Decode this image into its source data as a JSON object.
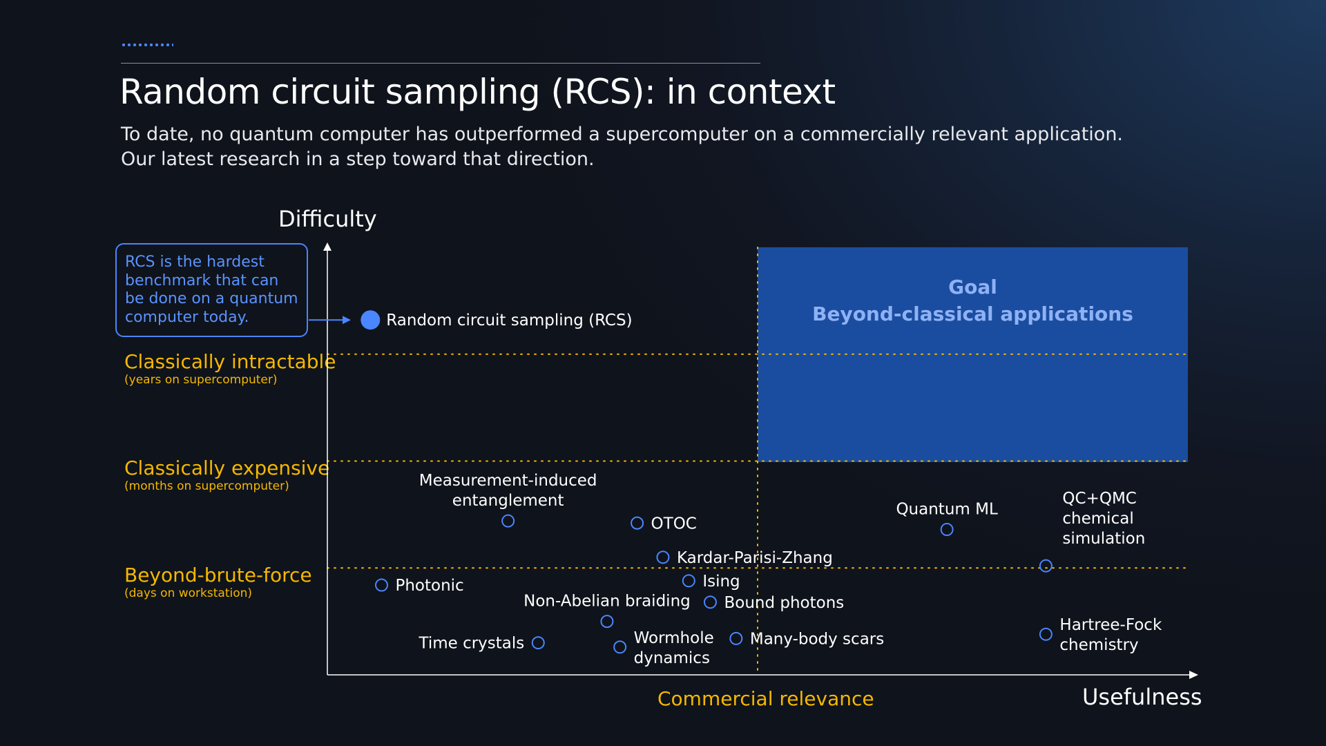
{
  "slide": {
    "title": "Random circuit sampling (RCS): in context",
    "subtitle_lines": [
      "To date, no quantum computer has outperformed a supercomputer on a commercially relevant application.",
      "Our latest research in a step toward that direction."
    ]
  },
  "colors": {
    "background": "#111622",
    "accent_blue": "#4a86ff",
    "goal_fill": "#1a4da0",
    "goal_text": "#8fb2f5",
    "level_yellow": "#f5b800"
  },
  "callout": {
    "text": "RCS is the hardest benchmark that can be done on a quantum computer today."
  },
  "goal_box": {
    "line1": "Goal",
    "line2": "Beyond-classical applications"
  },
  "chart_data": {
    "type": "scatter",
    "title": "Random circuit sampling (RCS): in context",
    "ylabel": "Difficulty",
    "xlabel": "Usefulness",
    "x_marker_label": "Commercial relevance",
    "xlim": [
      0,
      100
    ],
    "ylim": [
      0,
      100
    ],
    "x_commercial_threshold": 50,
    "levels": [
      {
        "name": "Classically intractable",
        "note": "(years on supercomputer)",
        "y": 75
      },
      {
        "name": "Classically expensive",
        "note": "(months on supercomputer)",
        "y": 50
      },
      {
        "name": "Beyond-brute-force",
        "note": "(days on workstation)",
        "y": 25
      }
    ],
    "goal_region": {
      "x": [
        50,
        100
      ],
      "y": [
        50,
        100
      ]
    },
    "points": [
      {
        "label": "Random circuit sampling (RCS)",
        "x": 5,
        "y": 83,
        "filled": true,
        "label_pos": "right"
      },
      {
        "label": "Measurement-induced entanglement",
        "x": 21,
        "y": 36,
        "label_pos": "above"
      },
      {
        "label": "OTOC",
        "x": 36,
        "y": 35.5,
        "label_pos": "right"
      },
      {
        "label": "Kardar-Parisi-Zhang",
        "x": 39,
        "y": 27.5,
        "label_pos": "right"
      },
      {
        "label": "Ising",
        "x": 42,
        "y": 22,
        "label_pos": "right"
      },
      {
        "label": "Photonic",
        "x": 6.3,
        "y": 21,
        "label_pos": "right"
      },
      {
        "label": "Non-Abelian braiding",
        "x": 32.5,
        "y": 12.5,
        "label_pos": "above"
      },
      {
        "label": "Bound photons",
        "x": 44.5,
        "y": 17,
        "label_pos": "right"
      },
      {
        "label": "Time crystals",
        "x": 24.5,
        "y": 7.5,
        "label_pos": "left"
      },
      {
        "label": "Wormhole dynamics",
        "x": 34,
        "y": 6.5,
        "label_pos": "right"
      },
      {
        "label": "Many-body scars",
        "x": 47.5,
        "y": 8.5,
        "label_pos": "right"
      },
      {
        "label": "Quantum ML",
        "x": 72,
        "y": 34,
        "label_pos": "above"
      },
      {
        "label": "QC+QMC chemical simulation",
        "x": 83.5,
        "y": 25.5,
        "label_pos": "above-right"
      },
      {
        "label": "Hartree-Fock chemistry",
        "x": 83.5,
        "y": 9.5,
        "label_pos": "right"
      }
    ]
  }
}
